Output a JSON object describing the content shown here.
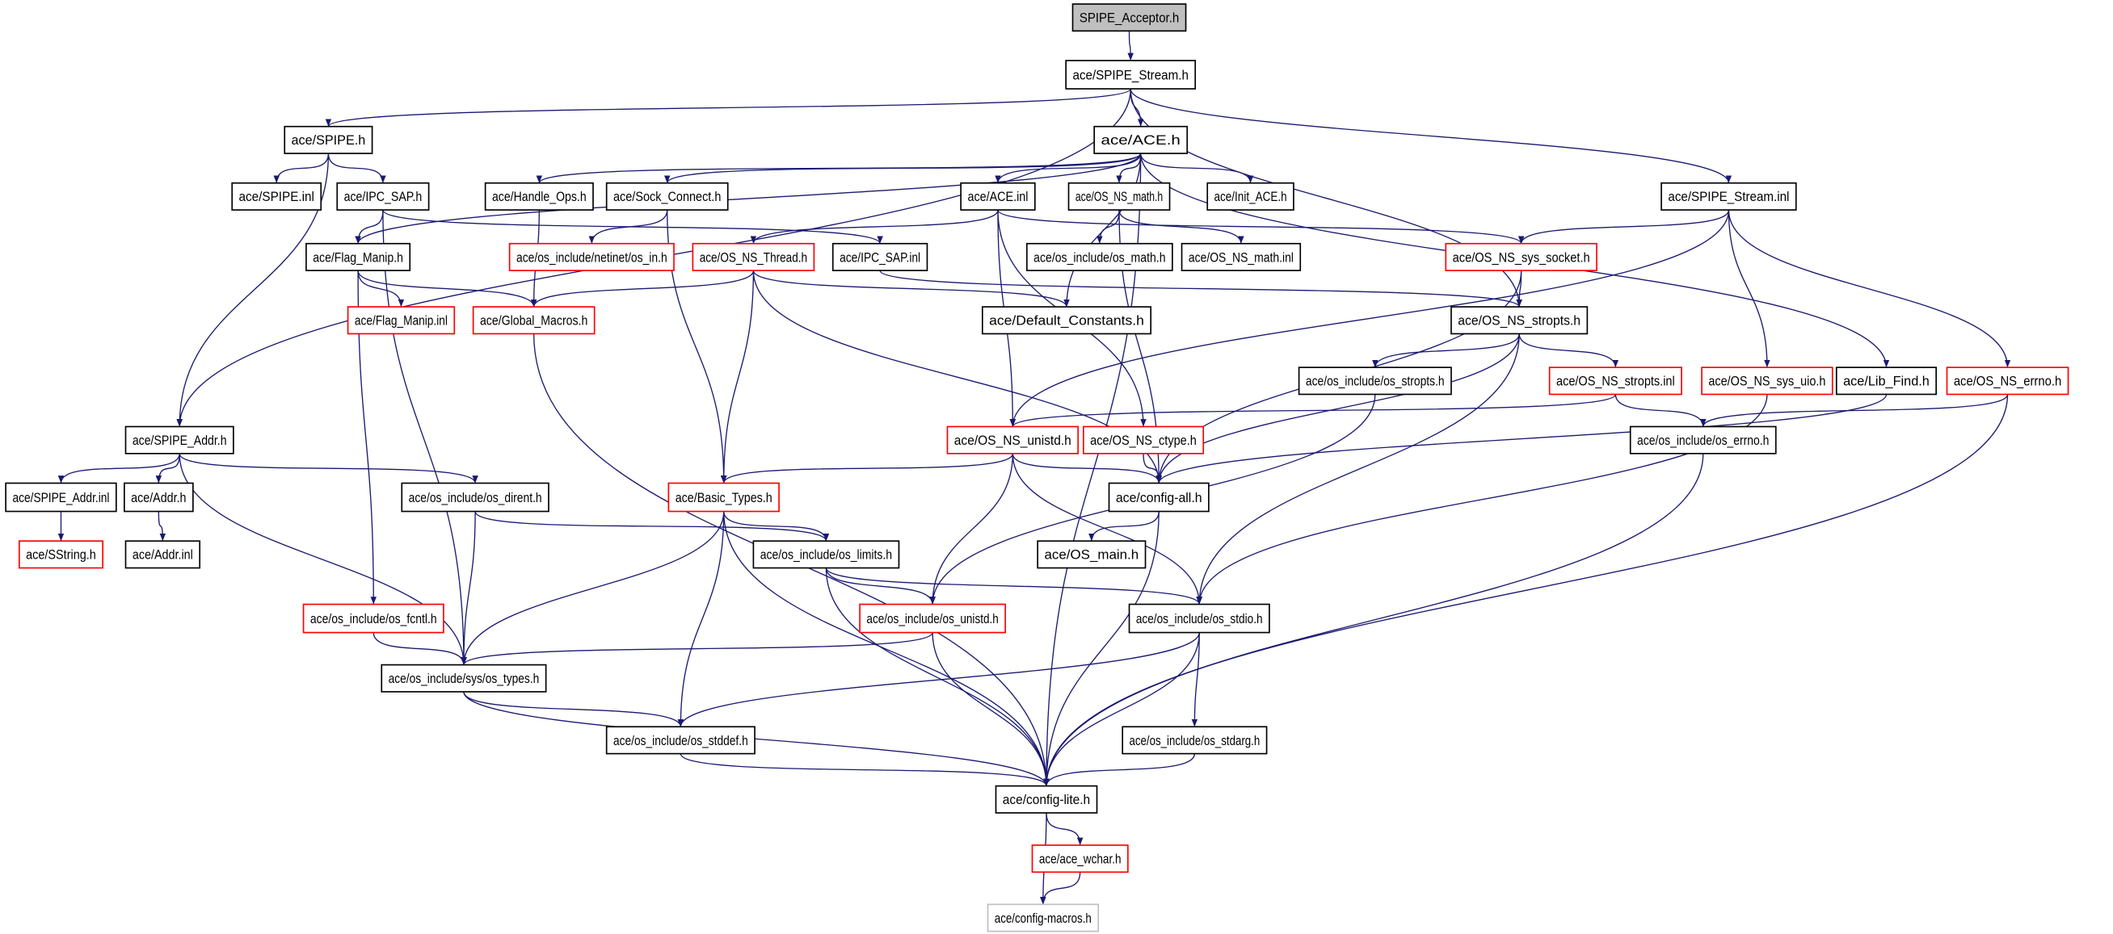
{
  "colors": {
    "edge": "#191970",
    "root_fill": "#bfbfbf",
    "normal_border": "#000000",
    "incomplete_border": "#ff0000",
    "leaf_border": "#bfbfbf"
  },
  "nodes": [
    {
      "id": "root",
      "label": "SPIPE_Acceptor.h",
      "style": "root"
    },
    {
      "id": "spipe_stream_h",
      "label": "ace/SPIPE_Stream.h",
      "style": "normal"
    },
    {
      "id": "spipe_h",
      "label": "ace/SPIPE.h",
      "style": "normal"
    },
    {
      "id": "ace_h",
      "label": "ace/ACE.h",
      "style": "normal"
    },
    {
      "id": "spipe_inl",
      "label": "ace/SPIPE.inl",
      "style": "normal"
    },
    {
      "id": "ipc_sap_h",
      "label": "ace/IPC_SAP.h",
      "style": "normal"
    },
    {
      "id": "handle_ops_h",
      "label": "ace/Handle_Ops.h",
      "style": "normal"
    },
    {
      "id": "sock_connect_h",
      "label": "ace/Sock_Connect.h",
      "style": "normal"
    },
    {
      "id": "ace_inl",
      "label": "ace/ACE.inl",
      "style": "normal"
    },
    {
      "id": "os_ns_math_h",
      "label": "ace/OS_NS_math.h",
      "style": "normal"
    },
    {
      "id": "init_ace_h",
      "label": "ace/Init_ACE.h",
      "style": "normal"
    },
    {
      "id": "spipe_stream_inl",
      "label": "ace/SPIPE_Stream.inl",
      "style": "normal"
    },
    {
      "id": "flag_manip_h",
      "label": "ace/Flag_Manip.h",
      "style": "normal"
    },
    {
      "id": "os_in_h",
      "label": "ace/os_include/netinet/os_in.h",
      "style": "incomplete"
    },
    {
      "id": "os_ns_thread_h",
      "label": "ace/OS_NS_Thread.h",
      "style": "incomplete"
    },
    {
      "id": "ipc_sap_inl",
      "label": "ace/IPC_SAP.inl",
      "style": "normal"
    },
    {
      "id": "os_math_h",
      "label": "ace/os_include/os_math.h",
      "style": "normal"
    },
    {
      "id": "os_ns_math_inl",
      "label": "ace/OS_NS_math.inl",
      "style": "normal"
    },
    {
      "id": "os_ns_sys_socket_h",
      "label": "ace/OS_NS_sys_socket.h",
      "style": "incomplete"
    },
    {
      "id": "flag_manip_inl",
      "label": "ace/Flag_Manip.inl",
      "style": "incomplete"
    },
    {
      "id": "global_macros_h",
      "label": "ace/Global_Macros.h",
      "style": "incomplete"
    },
    {
      "id": "default_constants_h",
      "label": "ace/Default_Constants.h",
      "style": "normal"
    },
    {
      "id": "os_ns_stropts_h",
      "label": "ace/OS_NS_stropts.h",
      "style": "normal"
    },
    {
      "id": "os_stropts_h",
      "label": "ace/os_include/os_stropts.h",
      "style": "normal"
    },
    {
      "id": "os_ns_stropts_inl",
      "label": "ace/OS_NS_stropts.inl",
      "style": "incomplete"
    },
    {
      "id": "os_ns_sys_uio_h",
      "label": "ace/OS_NS_sys_uio.h",
      "style": "incomplete"
    },
    {
      "id": "lib_find_h",
      "label": "ace/Lib_Find.h",
      "style": "normal"
    },
    {
      "id": "os_ns_errno_h",
      "label": "ace/OS_NS_errno.h",
      "style": "incomplete"
    },
    {
      "id": "spipe_addr_h",
      "label": "ace/SPIPE_Addr.h",
      "style": "normal"
    },
    {
      "id": "os_ns_unistd_h",
      "label": "ace/OS_NS_unistd.h",
      "style": "incomplete"
    },
    {
      "id": "os_ns_ctype_h",
      "label": "ace/OS_NS_ctype.h",
      "style": "incomplete"
    },
    {
      "id": "os_errno_h",
      "label": "ace/os_include/os_errno.h",
      "style": "normal"
    },
    {
      "id": "spipe_addr_inl",
      "label": "ace/SPIPE_Addr.inl",
      "style": "normal"
    },
    {
      "id": "addr_h",
      "label": "ace/Addr.h",
      "style": "normal"
    },
    {
      "id": "os_dirent_h",
      "label": "ace/os_include/os_dirent.h",
      "style": "normal"
    },
    {
      "id": "basic_types_h",
      "label": "ace/Basic_Types.h",
      "style": "incomplete"
    },
    {
      "id": "config_all_h",
      "label": "ace/config-all.h",
      "style": "normal"
    },
    {
      "id": "sstring_h",
      "label": "ace/SString.h",
      "style": "incomplete"
    },
    {
      "id": "addr_inl",
      "label": "ace/Addr.inl",
      "style": "normal"
    },
    {
      "id": "os_limits_h",
      "label": "ace/os_include/os_limits.h",
      "style": "normal"
    },
    {
      "id": "os_main_h",
      "label": "ace/OS_main.h",
      "style": "normal"
    },
    {
      "id": "os_fcntl_h",
      "label": "ace/os_include/os_fcntl.h",
      "style": "incomplete"
    },
    {
      "id": "os_unistd_h",
      "label": "ace/os_include/os_unistd.h",
      "style": "incomplete"
    },
    {
      "id": "os_stdio_h",
      "label": "ace/os_include/os_stdio.h",
      "style": "normal"
    },
    {
      "id": "os_types_h",
      "label": "ace/os_include/sys/os_types.h",
      "style": "normal"
    },
    {
      "id": "os_stddef_h",
      "label": "ace/os_include/os_stddef.h",
      "style": "normal"
    },
    {
      "id": "os_stdarg_h",
      "label": "ace/os_include/os_stdarg.h",
      "style": "normal"
    },
    {
      "id": "config_lite_h",
      "label": "ace/config-lite.h",
      "style": "normal"
    },
    {
      "id": "ace_wchar_h",
      "label": "ace/ace_wchar.h",
      "style": "incomplete"
    },
    {
      "id": "config_macros_h",
      "label": "ace/config-macros.h",
      "style": "leaf"
    }
  ],
  "edges": [
    [
      "root",
      "spipe_stream_h"
    ],
    [
      "spipe_stream_h",
      "spipe_h"
    ],
    [
      "spipe_stream_h",
      "ace_h"
    ],
    [
      "spipe_stream_h",
      "spipe_addr_h"
    ],
    [
      "spipe_stream_h",
      "spipe_stream_inl"
    ],
    [
      "spipe_stream_h",
      "os_ns_stropts_h"
    ],
    [
      "spipe_h",
      "spipe_inl"
    ],
    [
      "spipe_h",
      "ipc_sap_h"
    ],
    [
      "spipe_h",
      "spipe_addr_h"
    ],
    [
      "ace_h",
      "flag_manip_h"
    ],
    [
      "ace_h",
      "handle_ops_h"
    ],
    [
      "ace_h",
      "sock_connect_h"
    ],
    [
      "ace_h",
      "ace_inl"
    ],
    [
      "ace_h",
      "os_ns_math_h"
    ],
    [
      "ace_h",
      "init_ace_h"
    ],
    [
      "ace_h",
      "default_constants_h"
    ],
    [
      "ace_h",
      "lib_find_h"
    ],
    [
      "ace_h",
      "config_lite_h"
    ],
    [
      "ipc_sap_h",
      "flag_manip_h"
    ],
    [
      "ipc_sap_h",
      "ipc_sap_inl"
    ],
    [
      "ipc_sap_h",
      "os_types_h"
    ],
    [
      "handle_ops_h",
      "global_macros_h"
    ],
    [
      "sock_connect_h",
      "os_in_h"
    ],
    [
      "sock_connect_h",
      "basic_types_h"
    ],
    [
      "ace_inl",
      "os_ns_thread_h"
    ],
    [
      "ace_inl",
      "os_ns_sys_socket_h"
    ],
    [
      "ace_inl",
      "os_ns_unistd_h"
    ],
    [
      "ace_inl",
      "os_ns_ctype_h"
    ],
    [
      "os_ns_math_h",
      "os_math_h"
    ],
    [
      "os_ns_math_h",
      "os_ns_math_inl"
    ],
    [
      "os_ns_math_h",
      "config_all_h"
    ],
    [
      "flag_manip_h",
      "flag_manip_inl"
    ],
    [
      "flag_manip_h",
      "global_macros_h"
    ],
    [
      "flag_manip_h",
      "os_fcntl_h"
    ],
    [
      "os_ns_thread_h",
      "global_macros_h"
    ],
    [
      "os_ns_thread_h",
      "default_constants_h"
    ],
    [
      "os_ns_thread_h",
      "basic_types_h"
    ],
    [
      "os_ns_thread_h",
      "config_all_h"
    ],
    [
      "ipc_sap_inl",
      "os_ns_stropts_h"
    ],
    [
      "global_macros_h",
      "config_lite_h"
    ],
    [
      "spipe_stream_inl",
      "os_ns_sys_socket_h"
    ],
    [
      "spipe_stream_inl",
      "os_ns_sys_uio_h"
    ],
    [
      "spipe_stream_inl",
      "os_ns_errno_h"
    ],
    [
      "spipe_stream_inl",
      "os_ns_unistd_h"
    ],
    [
      "os_ns_sys_socket_h",
      "os_ns_stropts_h"
    ],
    [
      "os_ns_sys_socket_h",
      "config_all_h"
    ],
    [
      "os_ns_stropts_h",
      "os_stropts_h"
    ],
    [
      "os_ns_stropts_h",
      "os_ns_stropts_inl"
    ],
    [
      "os_ns_stropts_h",
      "config_all_h"
    ],
    [
      "os_ns_stropts_h",
      "os_stdio_h"
    ],
    [
      "os_stropts_h",
      "os_unistd_h"
    ],
    [
      "os_ns_stropts_inl",
      "os_ns_unistd_h"
    ],
    [
      "os_ns_stropts_inl",
      "os_errno_h"
    ],
    [
      "os_ns_sys_uio_h",
      "os_stdio_h"
    ],
    [
      "lib_find_h",
      "config_all_h"
    ],
    [
      "os_ns_errno_h",
      "os_errno_h"
    ],
    [
      "os_ns_errno_h",
      "config_lite_h"
    ],
    [
      "os_errno_h",
      "config_lite_h"
    ],
    [
      "spipe_addr_h",
      "spipe_addr_inl"
    ],
    [
      "spipe_addr_h",
      "addr_h"
    ],
    [
      "spipe_addr_h",
      "os_dirent_h"
    ],
    [
      "spipe_addr_h",
      "os_types_h"
    ],
    [
      "spipe_addr_inl",
      "sstring_h"
    ],
    [
      "addr_h",
      "addr_inl"
    ],
    [
      "os_ns_unistd_h",
      "basic_types_h"
    ],
    [
      "os_ns_unistd_h",
      "config_all_h"
    ],
    [
      "os_ns_unistd_h",
      "os_unistd_h"
    ],
    [
      "os_ns_unistd_h",
      "os_stdio_h"
    ],
    [
      "os_ns_ctype_h",
      "config_all_h"
    ],
    [
      "os_dirent_h",
      "os_types_h"
    ],
    [
      "os_dirent_h",
      "os_limits_h"
    ],
    [
      "basic_types_h",
      "os_limits_h"
    ],
    [
      "basic_types_h",
      "os_types_h"
    ],
    [
      "basic_types_h",
      "os_stddef_h"
    ],
    [
      "basic_types_h",
      "config_lite_h"
    ],
    [
      "config_all_h",
      "os_main_h"
    ],
    [
      "config_all_h",
      "config_lite_h"
    ],
    [
      "os_limits_h",
      "os_unistd_h"
    ],
    [
      "os_limits_h",
      "os_stdio_h"
    ],
    [
      "os_limits_h",
      "config_lite_h"
    ],
    [
      "os_fcntl_h",
      "os_types_h"
    ],
    [
      "os_unistd_h",
      "os_types_h"
    ],
    [
      "os_unistd_h",
      "config_lite_h"
    ],
    [
      "os_stdio_h",
      "os_stddef_h"
    ],
    [
      "os_stdio_h",
      "os_stdarg_h"
    ],
    [
      "os_stdio_h",
      "config_lite_h"
    ],
    [
      "os_types_h",
      "os_stddef_h"
    ],
    [
      "os_types_h",
      "config_lite_h"
    ],
    [
      "os_stddef_h",
      "config_lite_h"
    ],
    [
      "os_stdarg_h",
      "config_lite_h"
    ],
    [
      "config_lite_h",
      "ace_wchar_h"
    ],
    [
      "config_lite_h",
      "config_macros_h"
    ],
    [
      "ace_wchar_h",
      "config_macros_h"
    ]
  ]
}
